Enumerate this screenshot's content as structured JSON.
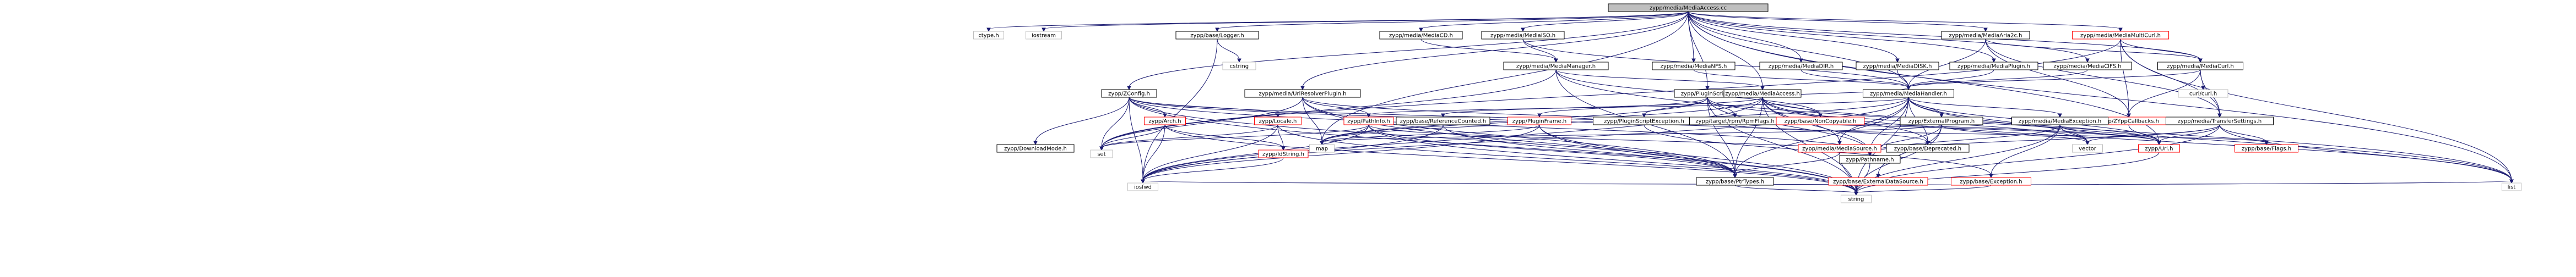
{
  "title": "zypp/media/MediaAccess.cc",
  "colors": {
    "root": "#bfbfbf",
    "internal": "#ffffff",
    "external": "#ffffff",
    "edge": "#191970",
    "red_border": "#ff0000",
    "black_border": "#000000",
    "gray_border": "#bfbfbf"
  },
  "nodes": {
    "root": "zypp/media/MediaAccess.cc",
    "ctype": "ctype.h",
    "iostream": "iostream",
    "logger": "zypp/base/Logger.h",
    "cstring": "cstring",
    "mediacd": "zypp/media/MediaCD.h",
    "mediaiso": "zypp/media/MediaISO.h",
    "mediaaria": "zypp/media/MediaAria2c.h",
    "mediamulti": "zypp/media/MediaMultiCurl.h",
    "zconfig": "zypp/ZConfig.h",
    "urlresolver": "zypp/media/UrlResolverPlugin.h",
    "mediamanager": "zypp/media/MediaManager.h",
    "pluginscript": "zypp/PluginScript.h",
    "mediacurl": "zypp/media/MediaCurl.h",
    "curlh": "curl/curl.h",
    "mediaaccessh": "zypp/media/MediaAccess.h",
    "mediahandler": "zypp/media/MediaHandler.h",
    "mediasfs": "zypp/media/MediaNFS.h",
    "mediadir": "zypp/media/MediaDIR.h",
    "mediadisk": "zypp/media/MediaDISK.h",
    "mediaplugin": "zypp/media/MediaPlugin.h",
    "mediacifs": "zypp/media/MediaCIFS.h",
    "zyppcallbacks": "zypp/ZYppCallbacks.h",
    "transfersettings": "zypp/media/TransferSettings.h",
    "externalprogram": "zypp/ExternalProgram.h",
    "mediaexception": "zypp/media/MediaException.h",
    "download": "zypp/DownloadMode.h",
    "arch": "zypp/Arch.h",
    "locale": "zypp/Locale.h",
    "idstring": "zypp/IdString.h",
    "pathinfo": "zypp/PathInfo.h",
    "refcounted": "zypp/base/ReferenceCounted.h",
    "pluginframe": "zypp/PluginFrame.h",
    "pluginscriptexc": "zypp/PluginScriptException.h",
    "rpmflags": "zypp/target/rpm/RpmFlags.h",
    "noncopyable": "zypp/base/NonCopyable.h",
    "deprecated": "zypp/base/Deprecated.h",
    "mediasource": "zypp/media/MediaSource.h",
    "externaldatasource": "zypp/base/ExternalDataSource.h",
    "exception": "zypp/base/Exception.h",
    "baseflags": "zypp/base/Flags.h",
    "url": "zypp/Url.h",
    "set": "set",
    "map": "map",
    "ptrtypes": "zypp/base/PtrTypes.h",
    "pathname": "zypp/Pathname.h",
    "vector": "vector",
    "list": "list",
    "iosfwd": "iosfwd",
    "string": "string"
  }
}
